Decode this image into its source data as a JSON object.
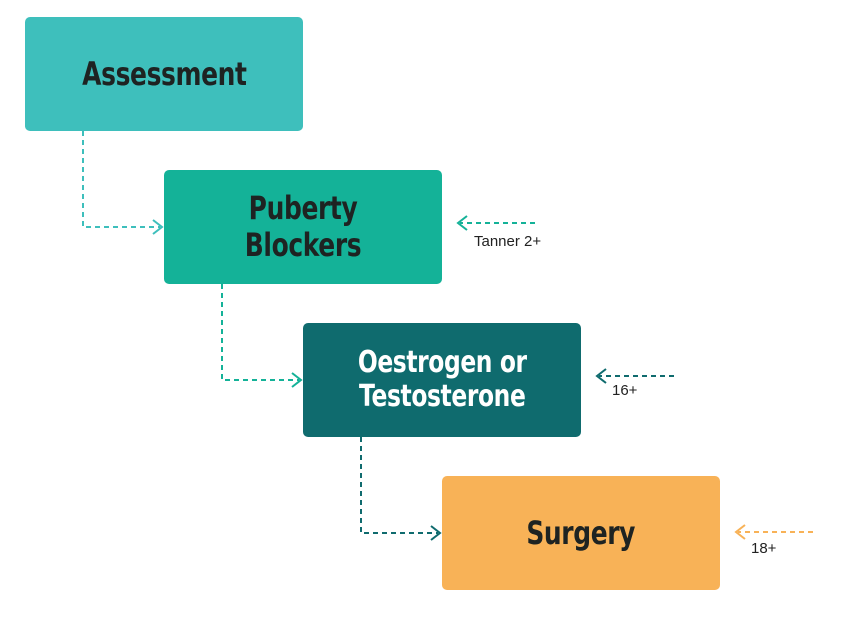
{
  "steps": [
    {
      "label": "Assessment",
      "color": "#3ebfbc",
      "text_color": "#1e2322"
    },
    {
      "label": "Puberty Blockers",
      "color": "#14b298",
      "text_color": "#1e2322"
    },
    {
      "label": "Oestrogen or\nTestosterone",
      "color": "#0f6b6e",
      "text_color": "#ffffff"
    },
    {
      "label": "Surgery",
      "color": "#f8b257",
      "text_color": "#1e2322"
    }
  ],
  "age_labels": [
    "Tanner 2+",
    "16+",
    "18+"
  ],
  "connector_colors": [
    "#3ebfbc",
    "#14b298",
    "#0f6b6e"
  ],
  "pointer_colors": [
    "#14b298",
    "#0f6b6e",
    "#f8b257"
  ]
}
